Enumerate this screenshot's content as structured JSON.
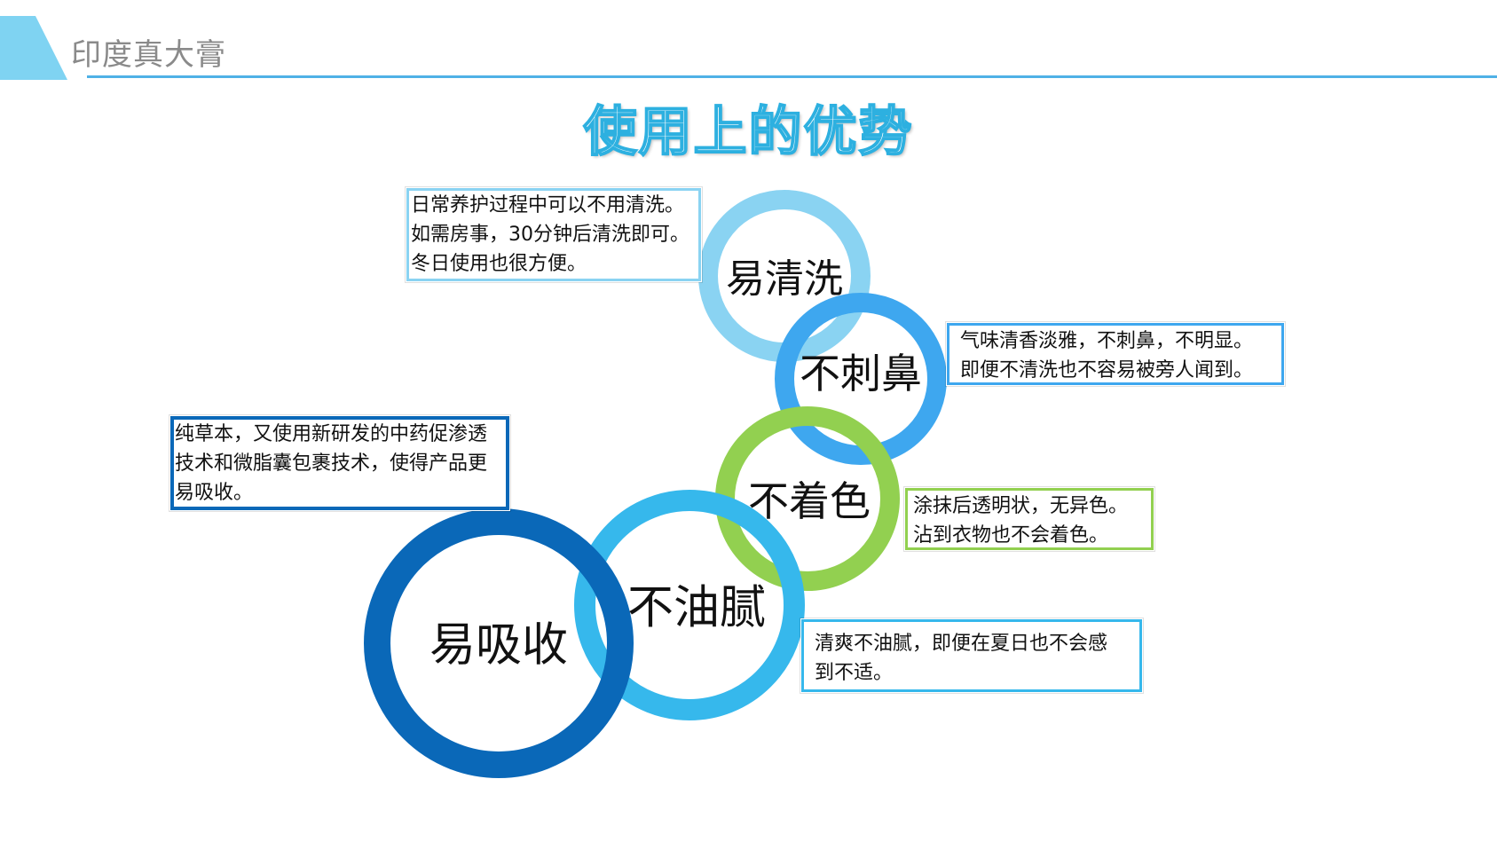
{
  "header": {
    "title": "印度真大膏"
  },
  "page": {
    "heading": "使用上的优势"
  },
  "colors": {
    "accent": "#4fb1e6",
    "triangle": "#7fd3f2",
    "ring_light": "#8ad3f2",
    "ring_blue": "#3ea7ef",
    "ring_green": "#92d050",
    "ring_sky": "#36b8ec",
    "ring_dark": "#0a68b8"
  },
  "features": [
    {
      "name": "易清洗",
      "color": "#8ad3f2",
      "lines": [
        "日常养护过程中可以不用清洗。",
        "如需房事，30分钟后清洗即可。",
        "冬日使用也很方便。"
      ]
    },
    {
      "name": "不刺鼻",
      "color": "#3ea7ef",
      "lines": [
        "气味清香淡雅，不刺鼻，不明显。",
        "即便不清洗也不容易被旁人闻到。"
      ]
    },
    {
      "name": "不着色",
      "color": "#92d050",
      "lines": [
        "涂抹后透明状，无异色。",
        "沾到衣物也不会着色。"
      ]
    },
    {
      "name": "不油腻",
      "color": "#36b8ec",
      "lines": [
        "清爽不油腻，即便在夏日也不会感",
        "到不适。"
      ]
    },
    {
      "name": "易吸收",
      "color": "#0a68b8",
      "lines": [
        "纯草本，又使用新研发的中药促渗透",
        "技术和微脂囊包裹技术，使得产品更",
        "易吸收。"
      ]
    }
  ]
}
